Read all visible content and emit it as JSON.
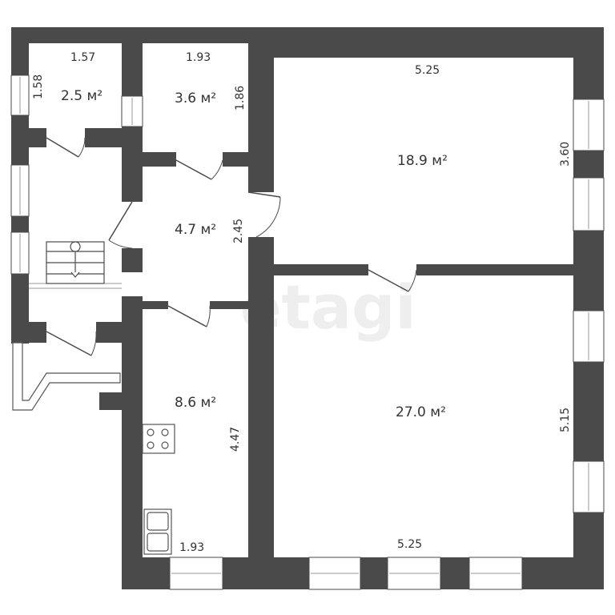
{
  "watermark": "etagi",
  "rooms": {
    "wc1": {
      "area": "2.5 м²",
      "dim_top": "1.57",
      "dim_side": "1.58"
    },
    "wc2": {
      "area": "3.6 м²",
      "dim_top": "1.93",
      "dim_side": "1.86"
    },
    "hall": {
      "area": "4.7 м²",
      "dim_side": "2.45"
    },
    "room_top": {
      "area": "18.9 м²",
      "dim_top": "5.25",
      "dim_side": "3.60"
    },
    "kitchen": {
      "area": "8.6 м²",
      "dim_side": "4.47",
      "dim_bottom": "1.93"
    },
    "room_bottom": {
      "area": "27.0 м²",
      "dim_side": "5.15",
      "dim_bottom": "5.25"
    }
  }
}
